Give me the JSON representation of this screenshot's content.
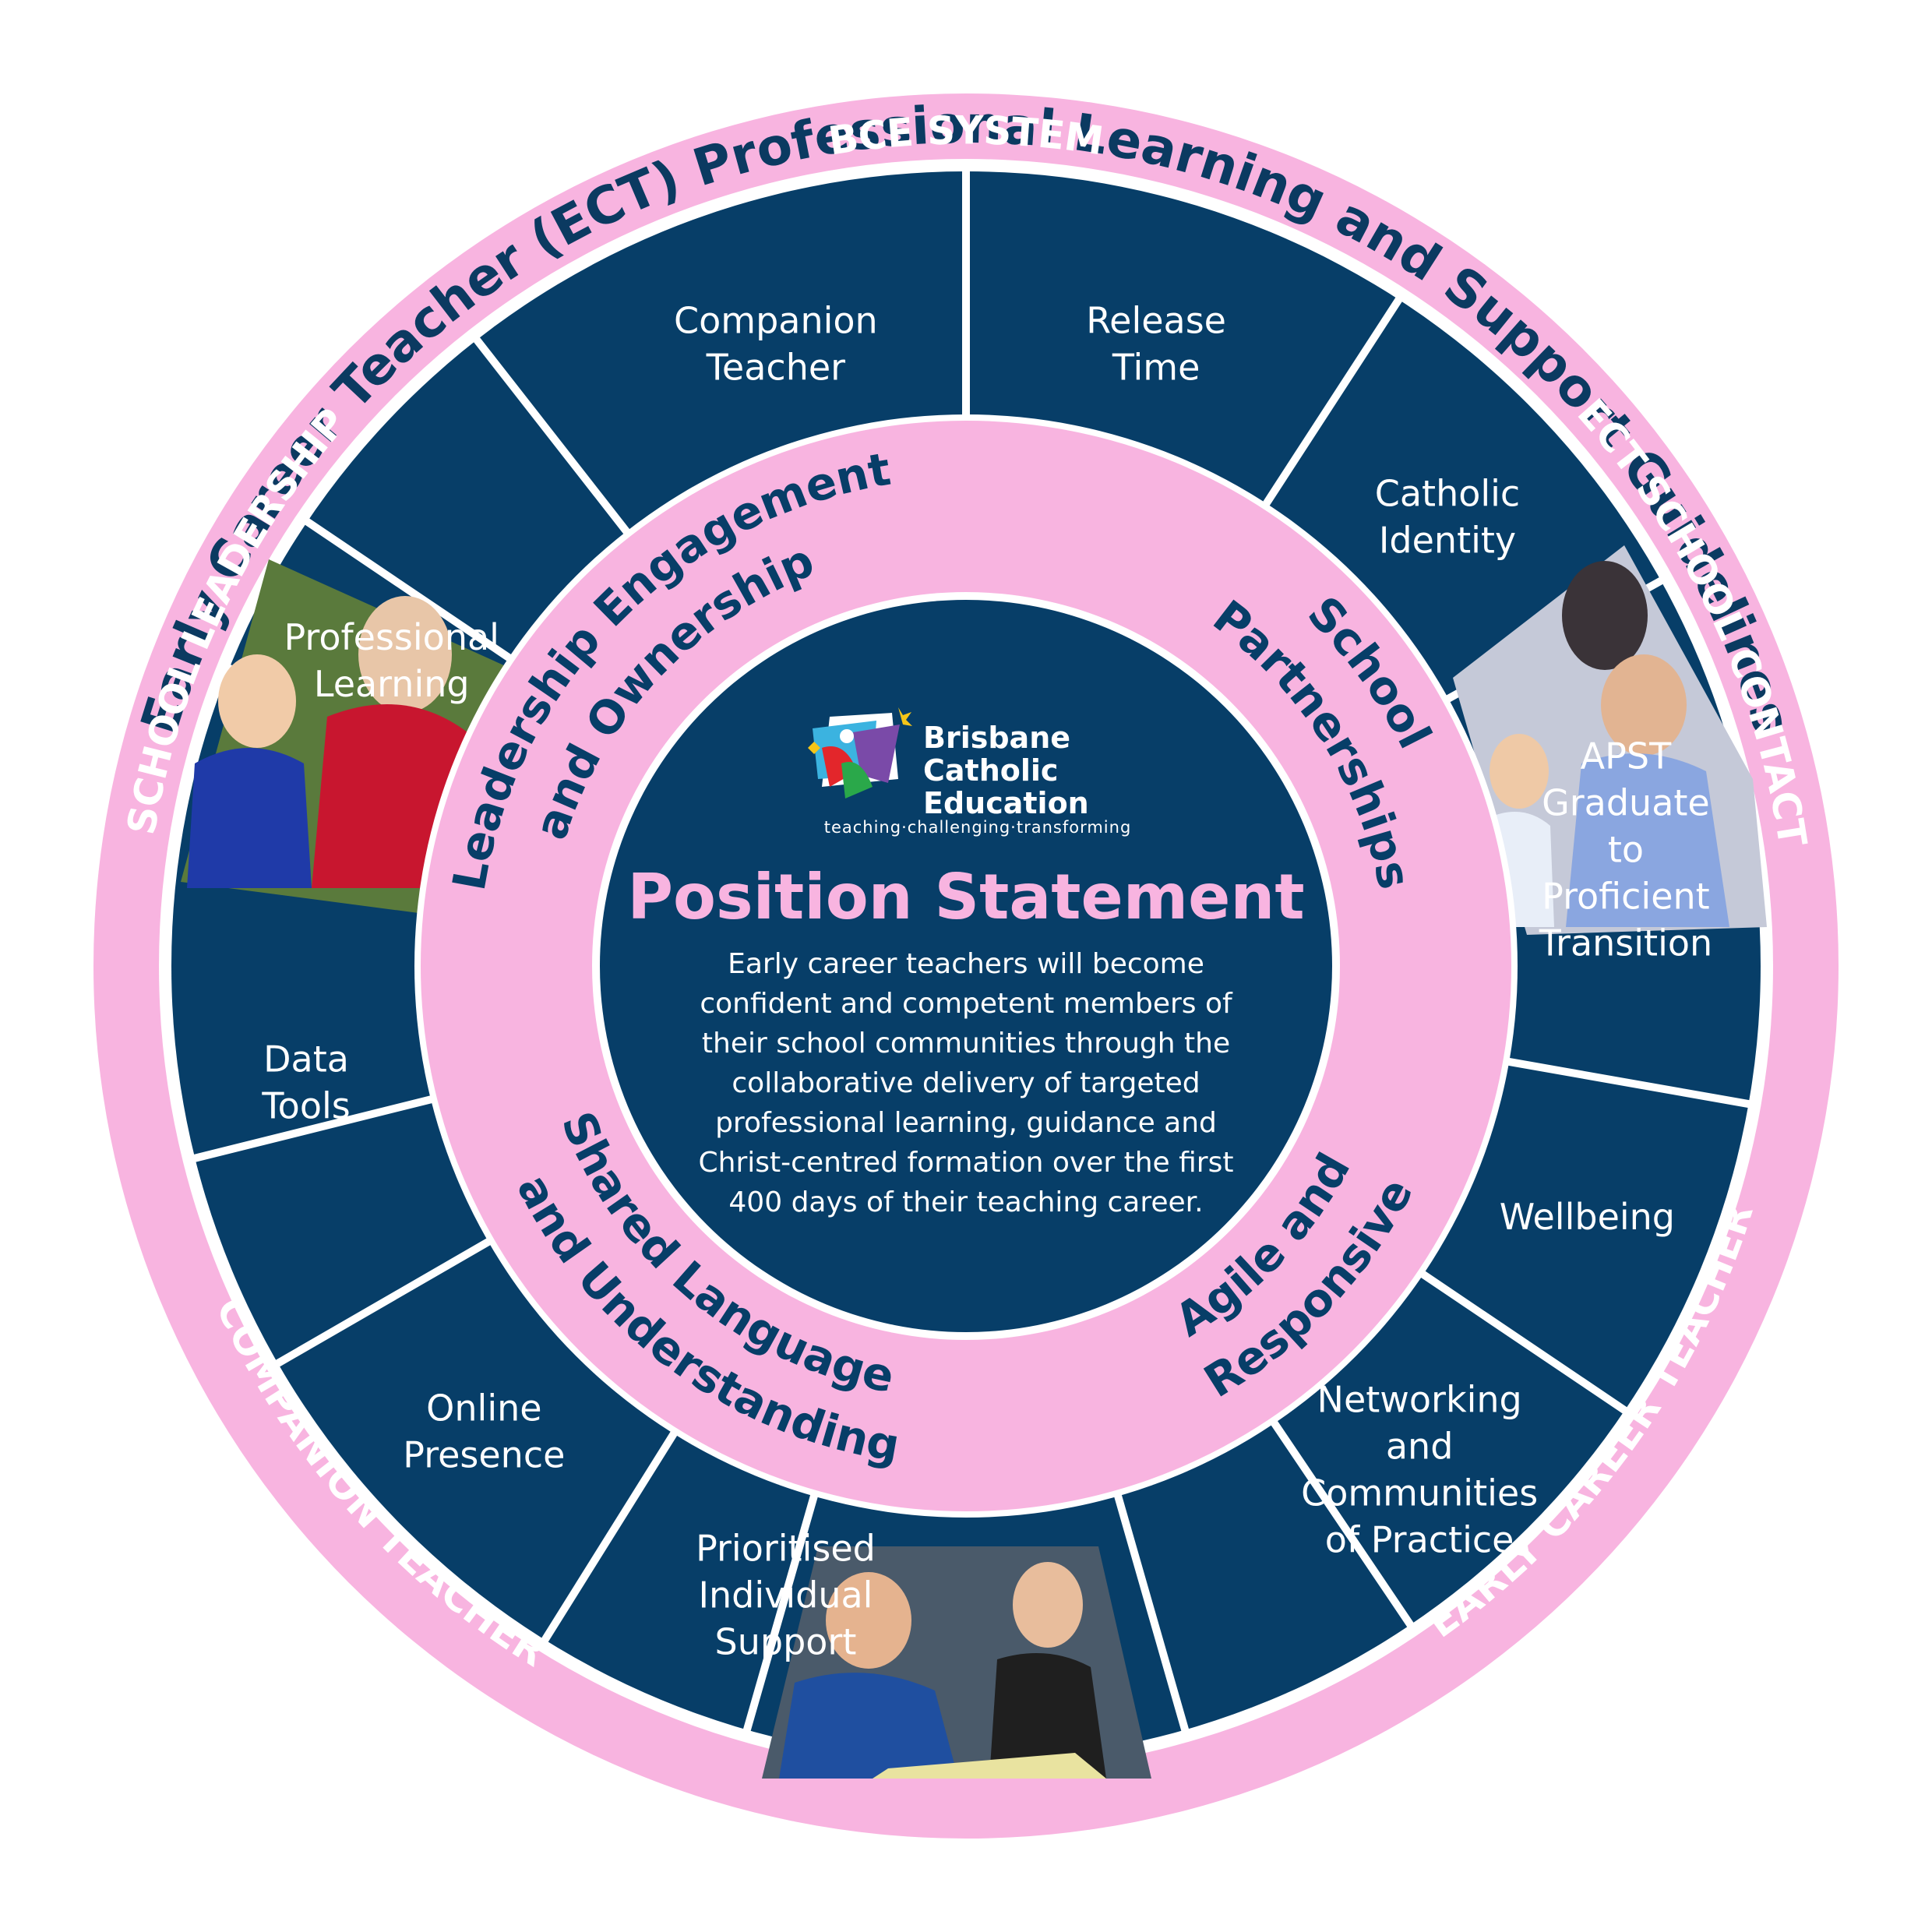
{
  "title": "Early Career Teacher (ECT) Professional Learning and Support Guidelines",
  "outer_ring": [
    "BCE SYSTEM",
    "ECT SCHOOL CONTACT",
    "EARLY CAREER TEACHER",
    "COMPANION TEACHER",
    "SCHOOL LEADERSHIP"
  ],
  "segments": [
    {
      "lines": [
        "Companion",
        "Teacher"
      ]
    },
    {
      "lines": [
        "Release",
        "Time"
      ]
    },
    {
      "lines": [
        "Catholic",
        "Identity"
      ]
    },
    {
      "lines": [
        "APST",
        "Graduate",
        "to",
        "Proficient",
        "Transition"
      ]
    },
    {
      "lines": [
        "Wellbeing"
      ]
    },
    {
      "lines": [
        "Networking",
        "and",
        "Communities",
        "of Practice"
      ]
    },
    {
      "lines": [
        "Prioritised",
        "Individual",
        "Support"
      ]
    },
    {
      "lines": [
        "Online",
        "Presence"
      ]
    },
    {
      "lines": [
        "Data",
        "Tools"
      ]
    },
    {
      "lines": [
        "Professional",
        "Learning"
      ]
    }
  ],
  "inner_ring": {
    "leadership_line1": "Leadership Engagement",
    "leadership_line2": "and Ownership",
    "partnerships_line1": "School",
    "partnerships_line2": "Partnerships",
    "agile_line1": "Agile and",
    "agile_line2": "Responsive",
    "shared_line1": "Shared Language",
    "shared_line2": "and Understanding"
  },
  "logo": {
    "line1": "Brisbane",
    "line2": "Catholic",
    "line3": "Education",
    "tagline": "teaching·challenging·transforming"
  },
  "position_statement": {
    "title": "Position Statement",
    "body": "Early career teachers will become confident and competent members of their school communities through the collaborative delivery of targeted professional learning, guidance and Christ-centred formation over the first 400 days of their teaching career."
  },
  "colors": {
    "navy": "#073e68",
    "pink": "#f8b4e0",
    "title": "#0b3a61",
    "white": "#ffffff"
  }
}
